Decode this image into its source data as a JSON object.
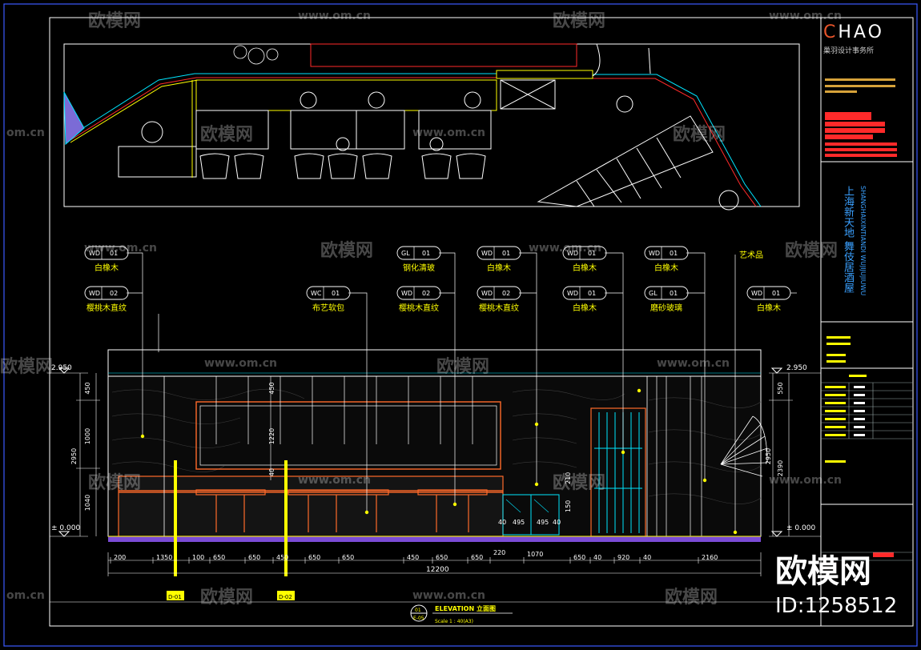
{
  "brand": {
    "logo_c": "C",
    "logo_rest": "HAO",
    "subtitle": "巢羽设计事务所"
  },
  "project": {
    "title_cn": "上海新天地 舞伎居酒屋",
    "title_en": "SHANGHAIXINTIANDI WUJIJUJIUWU"
  },
  "tags": [
    {
      "code": "WD",
      "num": "01",
      "label": "白橡木"
    },
    {
      "code": "WD",
      "num": "02",
      "label": "樱桃木直纹"
    },
    {
      "code": "WC",
      "num": "01",
      "label": "布艺软包"
    },
    {
      "code": "GL",
      "num": "01",
      "label": "钢化清玻"
    },
    {
      "code": "WD",
      "num": "02",
      "label": "樱桃木直纹"
    },
    {
      "code": "WD",
      "num": "01",
      "label": "白橡木"
    },
    {
      "code": "WD",
      "num": "02",
      "label": "樱桃木直纹"
    },
    {
      "code": "WD",
      "num": "01",
      "label": "白橡木"
    },
    {
      "code": "WD",
      "num": "01",
      "label": "白橡木"
    },
    {
      "code": "WD",
      "num": "01",
      "label": "白橡木"
    },
    {
      "code": "GL",
      "num": "01",
      "label": "磨砂玻璃"
    },
    {
      "code": "",
      "num": "",
      "label": "艺术品"
    },
    {
      "code": "WD",
      "num": "01",
      "label": "白橡木"
    }
  ],
  "levels": {
    "top": "2.950",
    "zero": "± 0.000"
  },
  "left_dims": [
    "450",
    "1000",
    "1040",
    "2950"
  ],
  "right_dims": [
    "550",
    "2390",
    "2950"
  ],
  "inner_dims": [
    "450",
    "1220",
    "40"
  ],
  "small_dims": [
    "40",
    "495",
    "495",
    "40",
    "150",
    "210"
  ],
  "bottom_dims": [
    "200",
    "1350",
    "100",
    "650",
    "650",
    "450",
    "650",
    "650",
    "450",
    "650",
    "650",
    "220",
    "1070",
    "650",
    "40",
    "920",
    "40",
    "2160"
  ],
  "total_dim": "12200",
  "title_block": {
    "code": "01",
    "sheet": "E-05",
    "title": "ELEVATION 立面图",
    "scale": "Scale 1 : 40(A3)"
  },
  "section_marks": [
    "D-01",
    "D-02"
  ],
  "watermarks": {
    "brand": "欧模网",
    "url": "www.om.cn",
    "url_short": "om.cn",
    "big": "欧模网",
    "id": "ID:1258512"
  },
  "colors": {
    "bg": "#000000",
    "border": "#3b5bff",
    "yellow": "#ffff00",
    "cyan": "#00e5ff",
    "red": "#ff2a2a",
    "white": "#ffffff"
  }
}
